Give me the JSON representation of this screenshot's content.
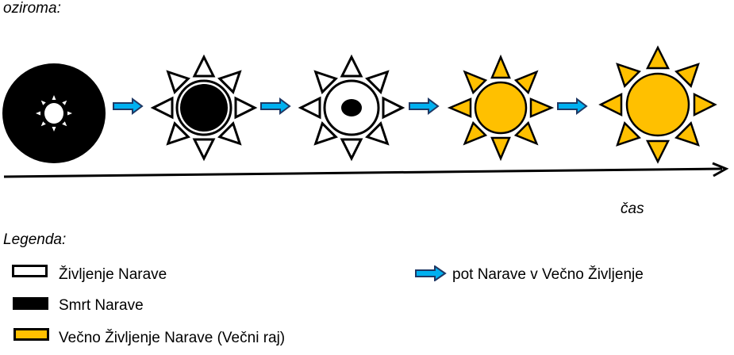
{
  "title": "oziroma:",
  "axis_label": "čas",
  "legend": {
    "title": "Legenda:",
    "items": [
      {
        "label": "Življenje Narave",
        "color": "#FFFFFF"
      },
      {
        "label": "Smrt Narave",
        "color": "#000000"
      },
      {
        "label": "Večno Življenje Narave (Večni raj)",
        "color": "#FFC000"
      },
      {
        "label": "pot Narave v Večno Življenje",
        "color": "#00B0F0"
      }
    ]
  },
  "colors": {
    "yellow": "#FFC000",
    "arrow": "#00B0F0",
    "arrow_outline": "#1F3864"
  }
}
